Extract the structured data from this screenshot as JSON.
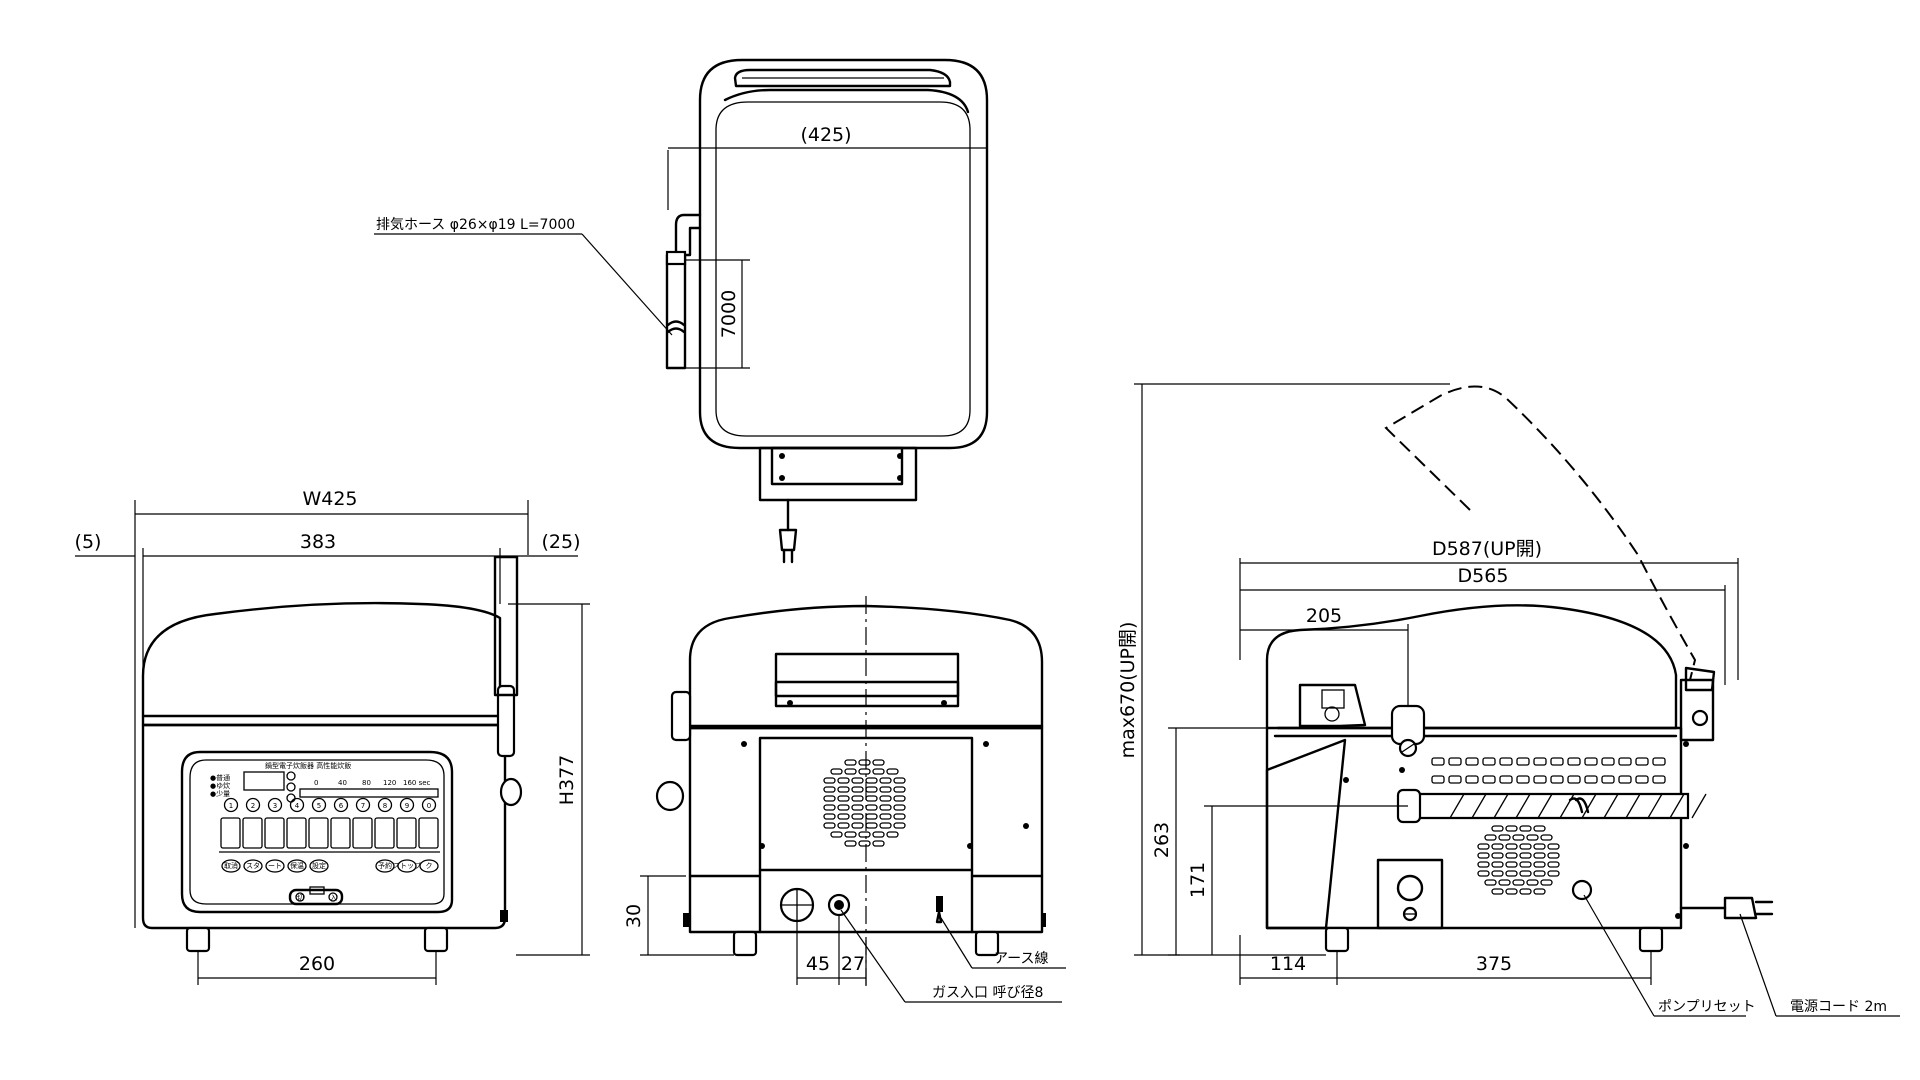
{
  "labels": {
    "front_width_total": "W425",
    "front_width_inner": "383",
    "front_left_offset": "(5)",
    "front_right_offset": "(25)",
    "front_height": "H377",
    "front_feet_spacing": "260",
    "top_width": "(425)",
    "hose_note": "排気ホース φ26×φ19 L=7000",
    "hose_length": "7000",
    "rear_height_30": "30",
    "rear_dim_45": "45",
    "rear_dim_27": "27",
    "earth_wire": "アース線",
    "gas_inlet": "ガス入口 呼び径8",
    "side_max_height": "max670(UP開)",
    "side_depth_up": "D587(UP開)",
    "side_depth": "D565",
    "side_dim_205": "205",
    "side_dim_263": "263",
    "side_dim_171": "171",
    "side_dim_114": "114",
    "side_dim_375": "375",
    "pump_reset": "ポンプリセット",
    "power_cord": "電源コード 2m"
  },
  "panel": {
    "title": "鍋型電子炊飯器 高性能炊飯",
    "rows": [
      "●普通",
      "●ゆ炊",
      "●少量"
    ],
    "scale": [
      "0",
      "40",
      "80",
      "120",
      "160 sec"
    ],
    "number_keys": [
      "1",
      "2",
      "3",
      "4",
      "5",
      "6",
      "7",
      "8",
      "9",
      "0"
    ],
    "func_keys": [
      "取消",
      "スタ",
      "ート",
      "保温",
      "設定",
      "",
      "",
      "予約",
      "ストップ",
      "ク"
    ],
    "bottom_switch": [
      "切",
      "入"
    ]
  }
}
